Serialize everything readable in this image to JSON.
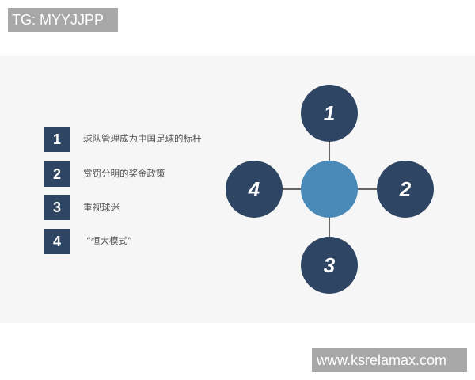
{
  "watermark_top": "TG: MYYJJPP",
  "watermark_bottom": "www.ksrelamax.com",
  "list": {
    "items": [
      {
        "number": "1",
        "text": "球队管理成为中国足球的标杆"
      },
      {
        "number": "2",
        "text": "赏罚分明的奖金政策"
      },
      {
        "number": "3",
        "text": "重视球迷"
      },
      {
        "number": "4",
        "text": "“恒大模式”"
      }
    ]
  },
  "diagram": {
    "center_label": "",
    "nodes": [
      {
        "position": "top",
        "label": "1"
      },
      {
        "position": "right",
        "label": "2"
      },
      {
        "position": "bottom",
        "label": "3"
      },
      {
        "position": "left",
        "label": "4"
      }
    ]
  },
  "colors": {
    "node_dark": "#2e4663",
    "node_center": "#4a8ab8",
    "watermark_bg": "#a8a8a8",
    "slide_bg": "#f6f6f6"
  }
}
